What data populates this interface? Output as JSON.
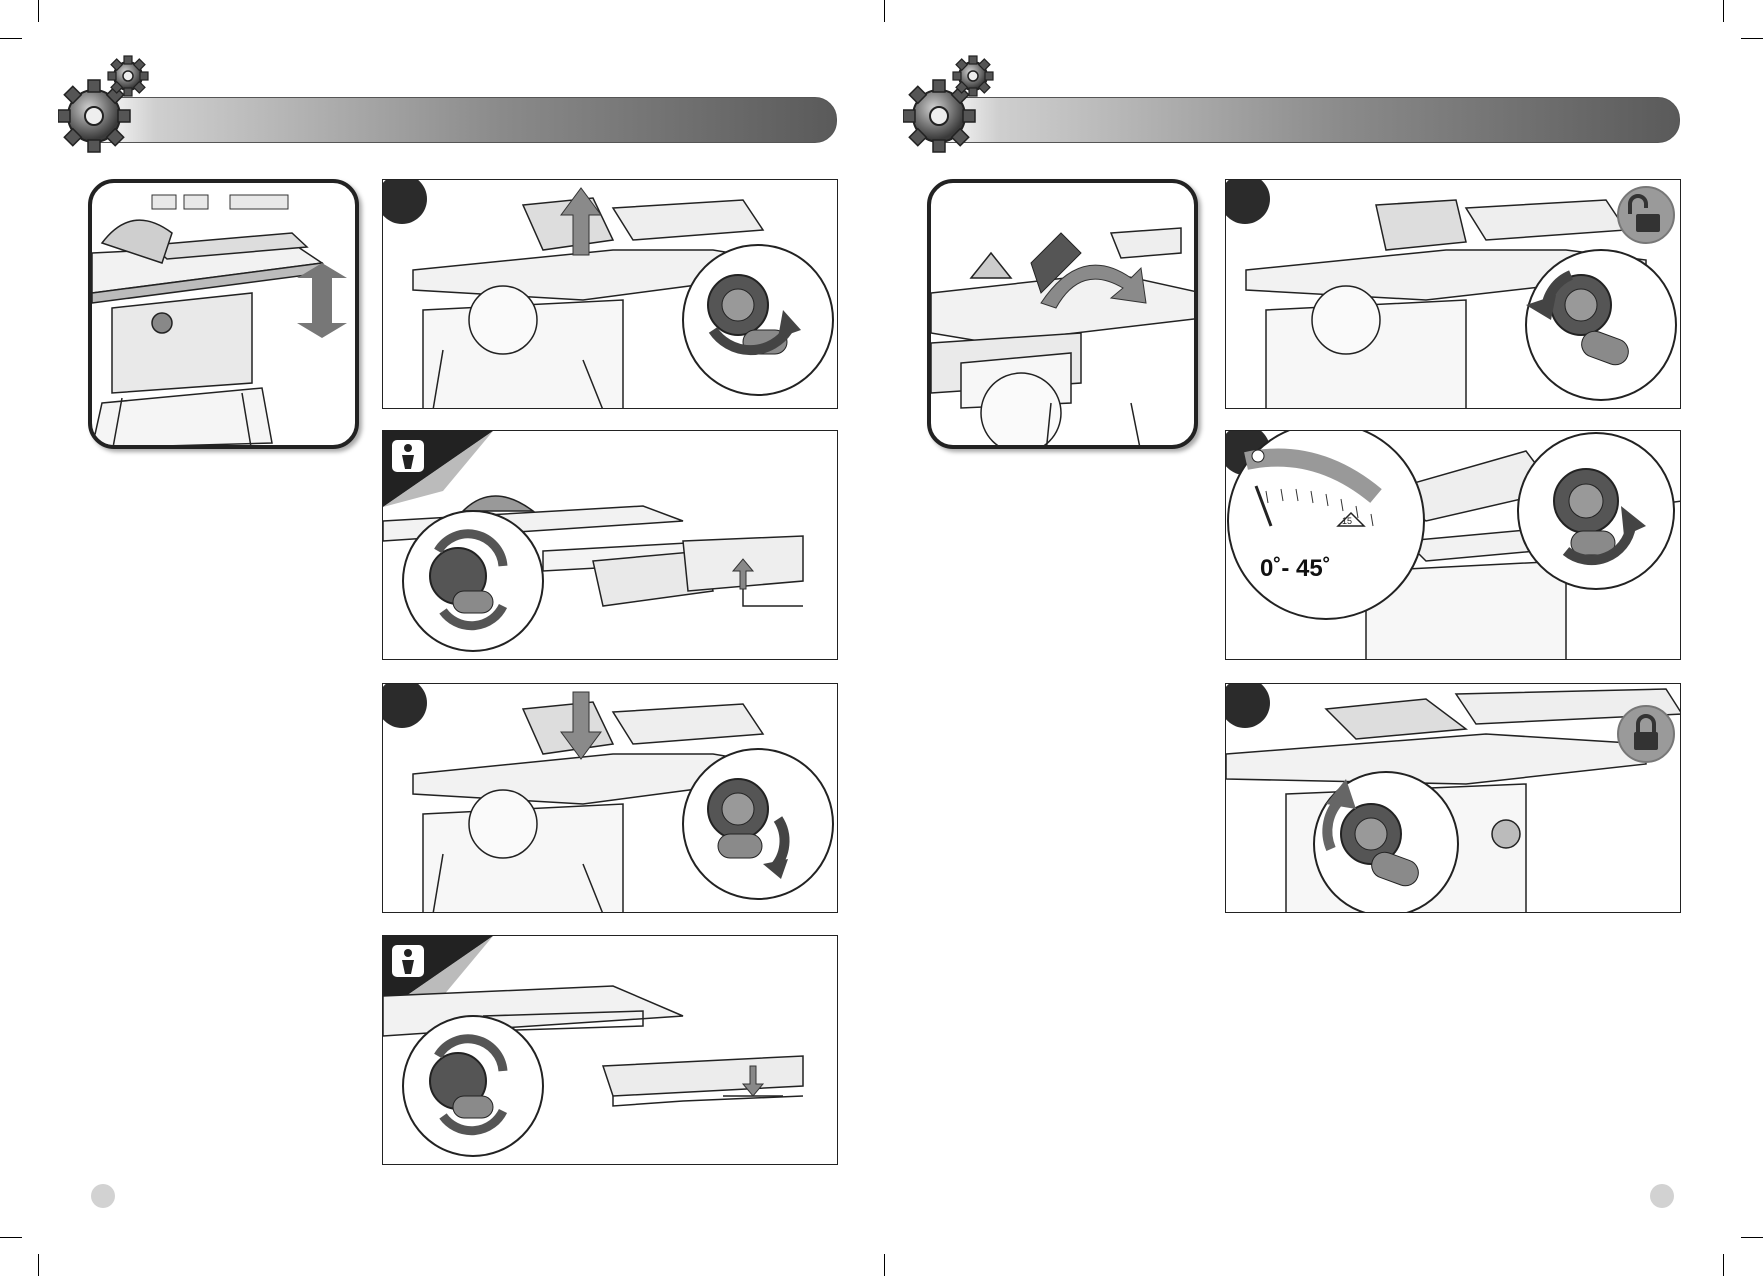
{
  "page": {
    "left_section": "page-left",
    "right_section": "page-right"
  },
  "panels": {
    "angle_range": "0˚- 45˚",
    "scale_number": "15"
  },
  "icons": {
    "header": "gears-icon",
    "lock": "padlock-locked-icon",
    "unlock": "padlock-unlocked-icon",
    "info": "info-person-icon",
    "arrow_up": "arrow-up-icon",
    "arrow_down": "arrow-down-icon",
    "rotate": "rotate-arrows-icon"
  },
  "colors": {
    "banner_dark": "#5a5a5a",
    "banner_light": "#ffffff",
    "step_dot": "#2b2b2b",
    "page_dot": "#d2d2d2",
    "line": "#222222"
  }
}
